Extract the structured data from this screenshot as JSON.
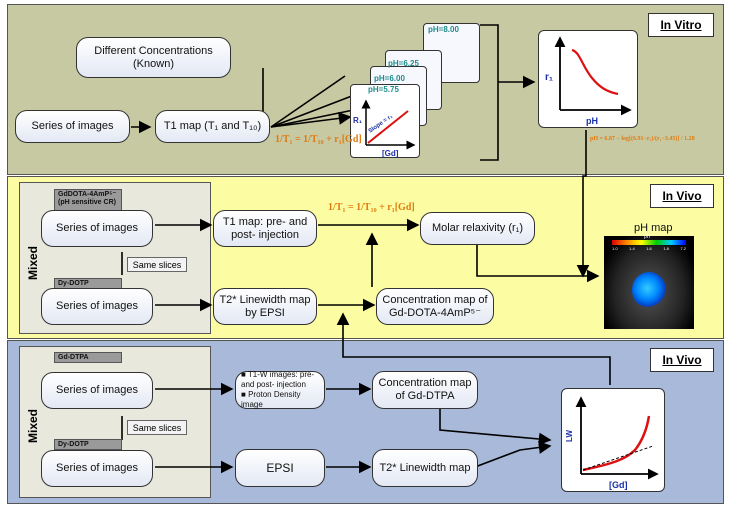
{
  "sections": {
    "in_vitro": {
      "label": "In Vitro"
    },
    "in_vivo_1": {
      "label": "In Vivo"
    },
    "in_vivo_2": {
      "label": "In Vivo"
    }
  },
  "top": {
    "diff_conc": "Different Concentrations (Known)",
    "series": "Series of images",
    "t1map": "T1 map (T₁ and T₁₀)",
    "ph_cards": [
      "pH=8.00",
      "pH=6.25",
      "pH=6.00",
      "pH=5.75"
    ],
    "inner_plot": {
      "ylabel": "R₁",
      "xlabel": "[Gd]",
      "slope": "Slope = r₁"
    },
    "equation": "1/T₁ = 1/T₁₀ + r₁[Gd]",
    "ph_curve": {
      "ylabel": "r₁",
      "xlabel": "pH"
    },
    "ph_equation": "pH = 6.87 − log[(6.91−r₁)/(r₁−3.45)] / 1.28"
  },
  "middle": {
    "mixed": "Mixed",
    "tag1": "GdDOTA-4AmP⁵⁻ (pH sensitive CR)",
    "tag2": "Dy-DOTP",
    "series1": "Series of images",
    "series2": "Series of images",
    "same_slices": "Same slices",
    "t1map": "T1 map: pre- and post- injection",
    "equation": "1/T₁ = 1/T₁₀ + r₁[Gd]",
    "molar": "Molar relaxivity (r₁)",
    "t2star": "T2* Linewidth map by EPSI",
    "conc": "Concentration map of Gd-DOTA-4AmP⁵⁻",
    "ph_map": "pH map",
    "ph_map_bar": "pH",
    "ph_map_ticks": [
      "1.0",
      "1.4",
      "1.6",
      "1.8",
      "7.2"
    ]
  },
  "bottom": {
    "mixed": "Mixed",
    "tag1": "Gd-DTPA",
    "tag2": "Dy-DOTP",
    "series1": "Series of images",
    "series2": "Series of images",
    "same_slices": "Same slices",
    "t1w_line1": "T1-W images: pre- and post- injection",
    "t1w_line2": "Proton Density image",
    "conc": "Concentration map of Gd-DTPA",
    "epsi": "EPSI",
    "t2star": "T2* Linewidth map",
    "plot": {
      "ylabel": "LW",
      "xlabel": "[Gd]"
    }
  },
  "colors": {
    "in_vitro_bg": "#c7c9a3",
    "in_vivo1_bg": "#fcfca2",
    "in_vivo2_bg": "#a8b9d9",
    "mixed_bg": "#e9e8dd",
    "equation": "#e07b10",
    "curve": "#dd1111"
  }
}
